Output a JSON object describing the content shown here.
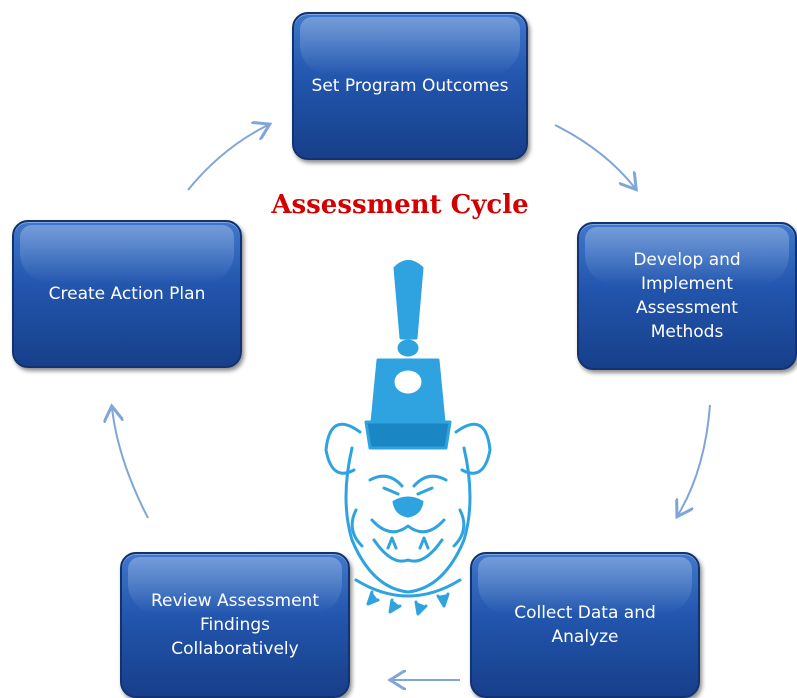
{
  "title": "Assessment Cycle",
  "steps": [
    "Set Program Outcomes",
    "Develop and Implement Assessment Methods",
    "Collect Data and Analyze",
    "Review Assessment Findings Collaboratively",
    "Create Action Plan"
  ],
  "colors": {
    "box": "#2255ad",
    "title": "#d40000",
    "arrow": "#7fa6d8",
    "mascot": "#2ea3e0"
  }
}
